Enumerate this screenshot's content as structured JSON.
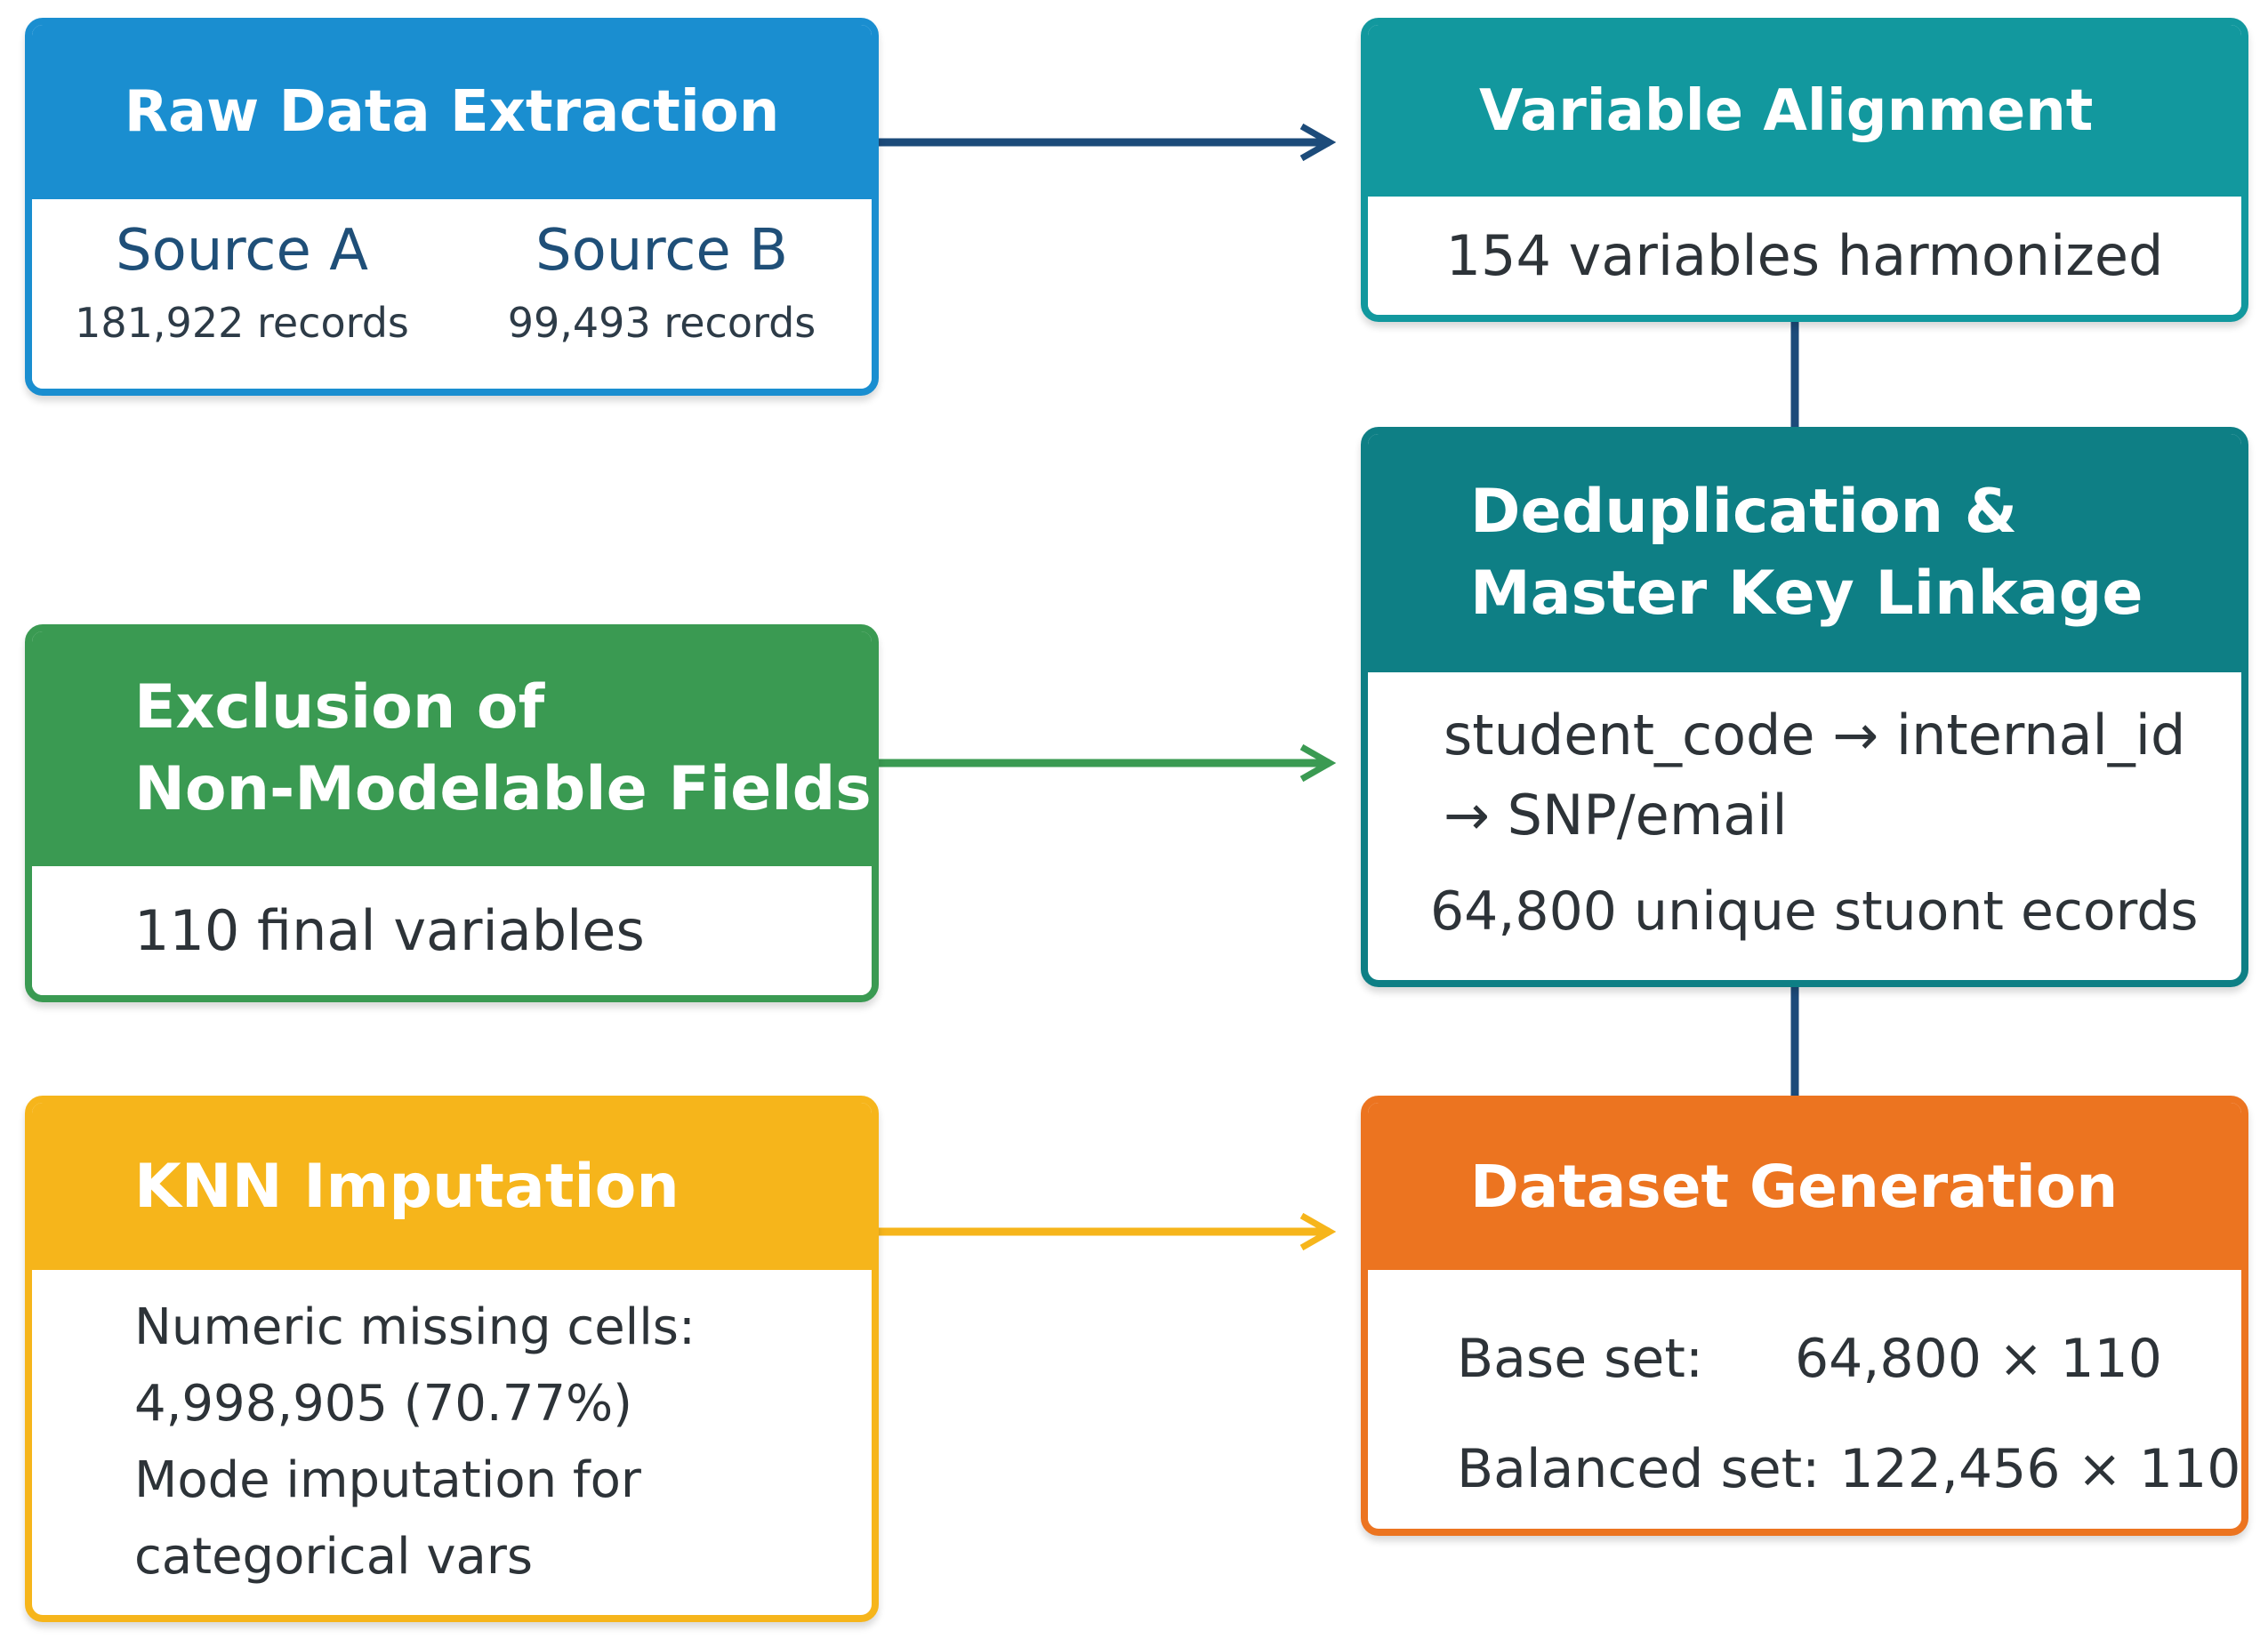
{
  "boxes": {
    "raw": {
      "title": "Raw Data Extraction",
      "sources": [
        {
          "name": "Source A",
          "records": "181,922 records"
        },
        {
          "name": "Source B",
          "records": "99,493 records"
        }
      ]
    },
    "align": {
      "title": "Variable Alignment",
      "body": "154 variables harmonized"
    },
    "dedup": {
      "title_lines": [
        "Deduplication &",
        "Master Key Linkage"
      ],
      "code_lines": [
        "student_code → internal_id",
        "→ SNP/email"
      ],
      "count": "64,800 unique stuont ecords"
    },
    "excl": {
      "title_lines": [
        "Exclusion of",
        "Non-Modelable Fields"
      ],
      "body": "110 final variables"
    },
    "knn": {
      "title": "KNN Imputation",
      "lines": [
        "Numeric missing cells:",
        "4,998,905 (70.77%)",
        "Mode imputation for",
        "categorical vars"
      ]
    },
    "dataset": {
      "title": "Dataset Generation",
      "rows": [
        {
          "label": "Base set:",
          "value": "64,800 × 110"
        },
        {
          "label": "Balanced set:",
          "value": "122,456 × 110"
        }
      ]
    }
  },
  "colors": {
    "blue": "#1a8ed0",
    "teal_light": "#12989e",
    "teal_dark": "#0e7f85",
    "green": "#3a9a52",
    "yellow": "#f6b51b",
    "orange": "#ec7420",
    "navy_arrow": "#1c4b7a"
  }
}
